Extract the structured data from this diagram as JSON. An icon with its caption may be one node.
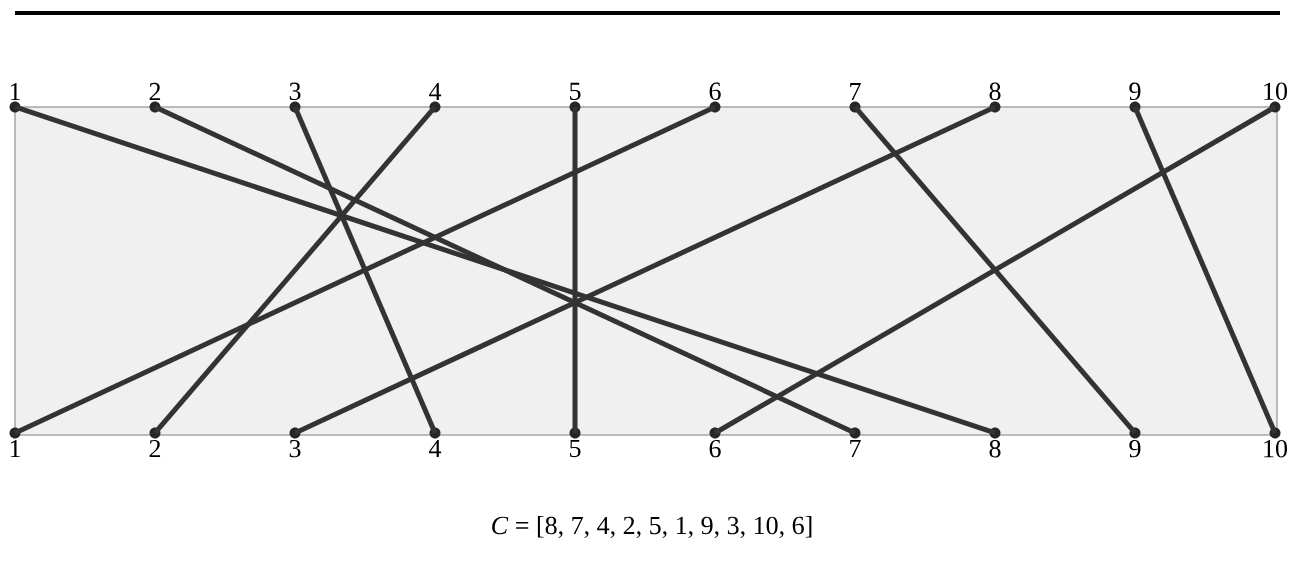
{
  "diagram": {
    "caption": "*C* = [8, 7, 4, 2, 5, 1, 9, 3, 10, 6]",
    "nodes": [
      {
        "text": [
          "1"
        ]
      },
      {
        "text": [
          "2"
        ]
      },
      {
        "text": [
          "3"
        ]
      },
      {
        "text": [
          "4"
        ]
      },
      {
        "text": [
          "5"
        ]
      },
      {
        "text": [
          "6"
        ]
      },
      {
        "text": [
          "7"
        ]
      },
      {
        "text": [
          "8"
        ]
      },
      {
        "text": [
          "9"
        ]
      },
      {
        "text": [
          "10"
        ]
      },
      {
        "text": [
          "1"
        ]
      },
      {
        "text": [
          "2"
        ]
      },
      {
        "text": [
          "3"
        ]
      },
      {
        "text": [
          "4"
        ]
      },
      {
        "text": [
          "5"
        ]
      },
      {
        "text": [
          "6"
        ]
      },
      {
        "text": [
          "7"
        ]
      },
      {
        "text": [
          "8"
        ]
      },
      {
        "text": [
          "9"
        ]
      },
      {
        "text": [
          "10"
        ]
      }
    ],
    "edges": [
      {
        "from": 0,
        "to": 17,
        "arrow": "none"
      },
      {
        "from": 1,
        "to": 16,
        "arrow": "none"
      },
      {
        "from": 2,
        "to": 13,
        "arrow": "none"
      },
      {
        "from": 3,
        "to": 11,
        "arrow": "none"
      },
      {
        "from": 4,
        "to": 14,
        "arrow": "none"
      },
      {
        "from": 5,
        "to": 10,
        "arrow": "none"
      },
      {
        "from": 6,
        "to": 18,
        "arrow": "none"
      },
      {
        "from": 7,
        "to": 12,
        "arrow": "none"
      },
      {
        "from": 8,
        "to": 19,
        "arrow": "none"
      },
      {
        "from": 9,
        "to": 15,
        "arrow": "none"
      }
    ]
  }
}
